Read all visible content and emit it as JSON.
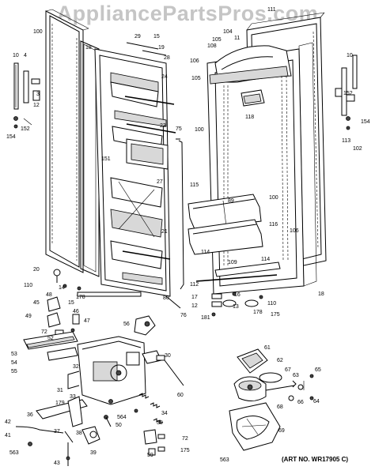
{
  "watermark": "AppliancePartsPros.com",
  "art_number": "(ART NO. WR17905 C)",
  "callouts": [
    {
      "id": "c100a",
      "text": "100"
    },
    {
      "id": "c4",
      "text": "4"
    },
    {
      "id": "c10a",
      "text": "10"
    },
    {
      "id": "c18a",
      "text": "18"
    },
    {
      "id": "c29",
      "text": "29"
    },
    {
      "id": "c15a",
      "text": "15"
    },
    {
      "id": "c19",
      "text": "19"
    },
    {
      "id": "c28",
      "text": "28"
    },
    {
      "id": "c24",
      "text": "24"
    },
    {
      "id": "c23",
      "text": "23"
    },
    {
      "id": "c3",
      "text": "3"
    },
    {
      "id": "c12",
      "text": "12"
    },
    {
      "id": "c152a",
      "text": "152"
    },
    {
      "id": "c154a",
      "text": "154"
    },
    {
      "id": "c151",
      "text": "151"
    },
    {
      "id": "c27",
      "text": "27"
    },
    {
      "id": "c21",
      "text": "21"
    },
    {
      "id": "c20",
      "text": "20"
    },
    {
      "id": "c110a",
      "text": "110"
    },
    {
      "id": "c14",
      "text": "14"
    },
    {
      "id": "c178a",
      "text": "178"
    },
    {
      "id": "c15b",
      "text": "15"
    },
    {
      "id": "c48",
      "text": "48"
    },
    {
      "id": "c45",
      "text": "45"
    },
    {
      "id": "c49",
      "text": "49"
    },
    {
      "id": "c72a",
      "text": "72"
    },
    {
      "id": "c46",
      "text": "46"
    },
    {
      "id": "c47",
      "text": "47"
    },
    {
      "id": "c52",
      "text": "52"
    },
    {
      "id": "c56",
      "text": "56"
    },
    {
      "id": "c53",
      "text": "53"
    },
    {
      "id": "c54",
      "text": "54"
    },
    {
      "id": "c55",
      "text": "55"
    },
    {
      "id": "c32",
      "text": "32"
    },
    {
      "id": "c31",
      "text": "31"
    },
    {
      "id": "c30",
      "text": "30"
    },
    {
      "id": "c60",
      "text": "60"
    },
    {
      "id": "c33",
      "text": "33"
    },
    {
      "id": "c179",
      "text": "179"
    },
    {
      "id": "c564",
      "text": "564"
    },
    {
      "id": "c50",
      "text": "50"
    },
    {
      "id": "c37",
      "text": "37"
    },
    {
      "id": "c36",
      "text": "36"
    },
    {
      "id": "c42",
      "text": "42"
    },
    {
      "id": "c41",
      "text": "41"
    },
    {
      "id": "c563a",
      "text": "563"
    },
    {
      "id": "c43",
      "text": "43"
    },
    {
      "id": "c38",
      "text": "38"
    },
    {
      "id": "c39",
      "text": "39"
    },
    {
      "id": "c34",
      "text": "34"
    },
    {
      "id": "c35",
      "text": "35"
    },
    {
      "id": "c59",
      "text": "59"
    },
    {
      "id": "c72b",
      "text": "72"
    },
    {
      "id": "c175a",
      "text": "175"
    },
    {
      "id": "c75",
      "text": "75"
    },
    {
      "id": "c80",
      "text": "80"
    },
    {
      "id": "c76",
      "text": "76"
    },
    {
      "id": "c111",
      "text": "111"
    },
    {
      "id": "c104",
      "text": "104"
    },
    {
      "id": "c11",
      "text": "11"
    },
    {
      "id": "c105a",
      "text": "105"
    },
    {
      "id": "c106",
      "text": "106"
    },
    {
      "id": "c108",
      "text": "108"
    },
    {
      "id": "c105b",
      "text": "105"
    },
    {
      "id": "c118",
      "text": "118"
    },
    {
      "id": "c100b",
      "text": "100"
    },
    {
      "id": "c115",
      "text": "115"
    },
    {
      "id": "c89",
      "text": "89"
    },
    {
      "id": "c100c",
      "text": "100"
    },
    {
      "id": "c116",
      "text": "116"
    },
    {
      "id": "c106b",
      "text": "106"
    },
    {
      "id": "c114a",
      "text": "114"
    },
    {
      "id": "c109",
      "text": "109"
    },
    {
      "id": "c114b",
      "text": "114"
    },
    {
      "id": "c112",
      "text": "112"
    },
    {
      "id": "c17",
      "text": "17"
    },
    {
      "id": "c12b",
      "text": "12"
    },
    {
      "id": "c16",
      "text": "16"
    },
    {
      "id": "c13",
      "text": "13"
    },
    {
      "id": "c181",
      "text": "181"
    },
    {
      "id": "c110b",
      "text": "110"
    },
    {
      "id": "c175b",
      "text": "175"
    },
    {
      "id": "c178b",
      "text": "178"
    },
    {
      "id": "c18b",
      "text": "18"
    },
    {
      "id": "c10b",
      "text": "10"
    },
    {
      "id": "c152b",
      "text": "152"
    },
    {
      "id": "c154b",
      "text": "154"
    },
    {
      "id": "c113",
      "text": "113"
    },
    {
      "id": "c102",
      "text": "102"
    },
    {
      "id": "c61",
      "text": "61"
    },
    {
      "id": "c62",
      "text": "62"
    },
    {
      "id": "c67",
      "text": "67"
    },
    {
      "id": "c63",
      "text": "63"
    },
    {
      "id": "c65",
      "text": "65"
    },
    {
      "id": "c66",
      "text": "66"
    },
    {
      "id": "c64",
      "text": "64"
    },
    {
      "id": "c68",
      "text": "68"
    },
    {
      "id": "c69",
      "text": "69"
    },
    {
      "id": "c563b",
      "text": "563"
    }
  ]
}
